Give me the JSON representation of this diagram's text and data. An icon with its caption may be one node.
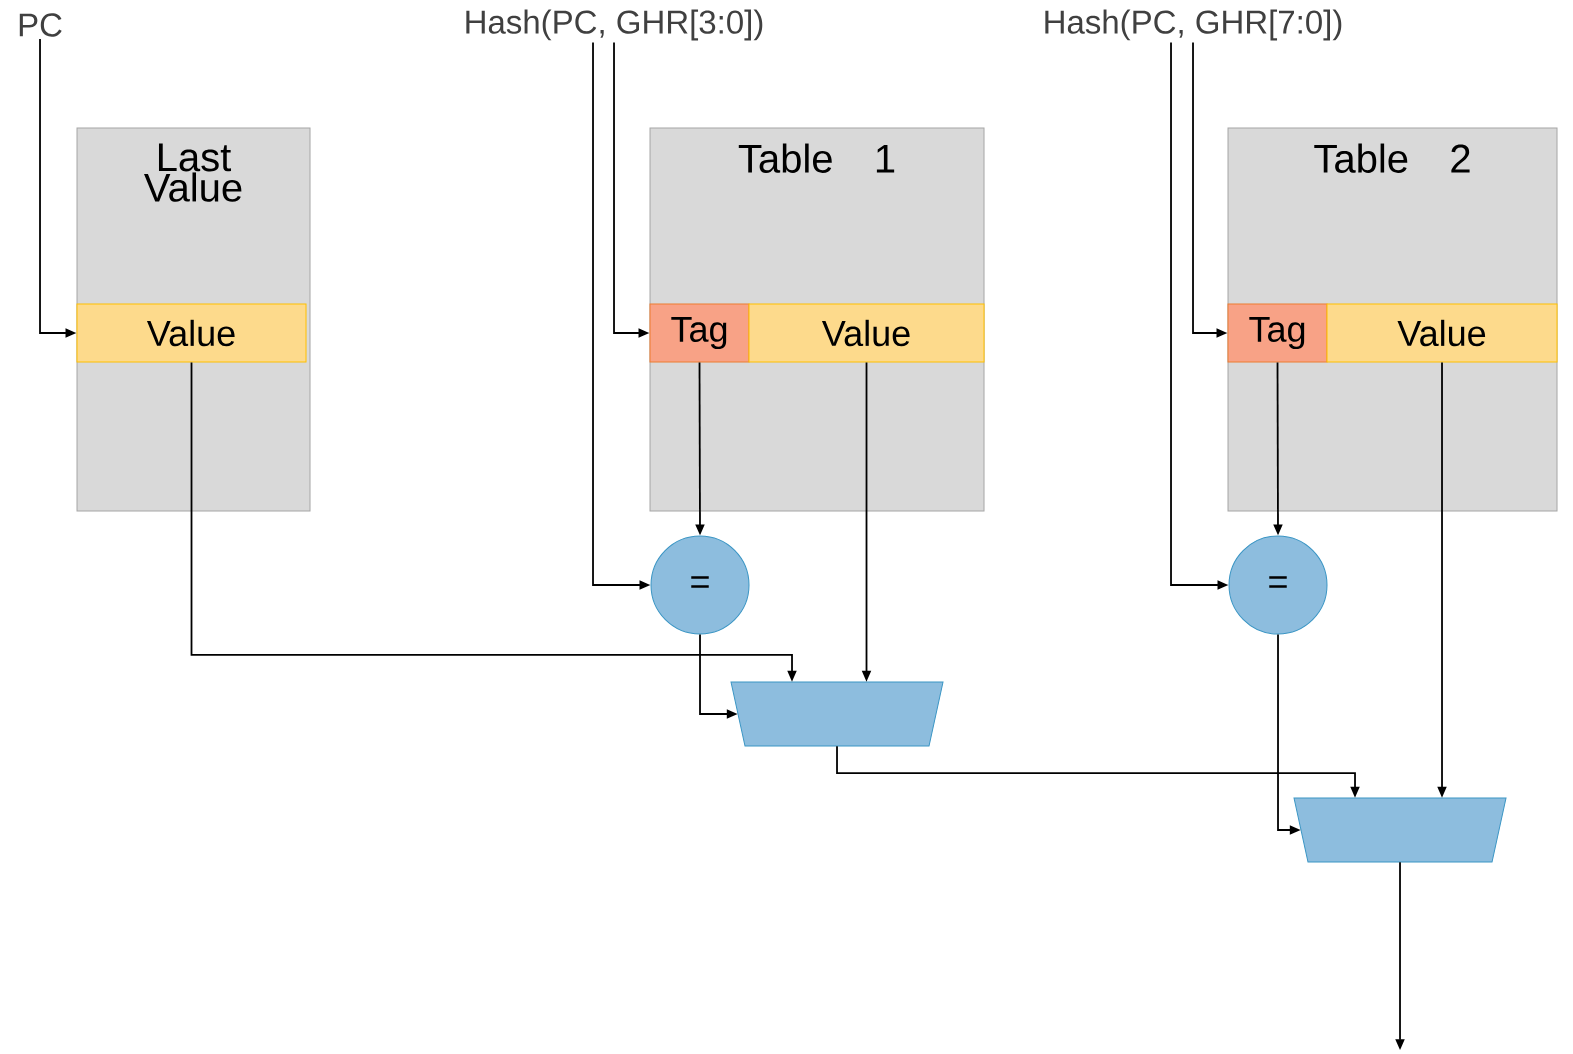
{
  "diagram": {
    "nodes": [
      {
        "text": [
          "PC"
        ]
      },
      {
        "text": [
          "Hash(PC, GHR[3:0])"
        ]
      },
      {
        "text": [
          "Hash(PC, GHR[7:0])"
        ]
      },
      {
        "text": [
          "Last Value"
        ]
      },
      {
        "text": [
          "Value"
        ],
        "in": 3
      },
      {
        "text": [
          "Table 1"
        ]
      },
      {
        "text": [
          "Tag"
        ],
        "in": 5
      },
      {
        "text": [
          "Value"
        ],
        "in": 5
      },
      {
        "text": [
          "Table 2"
        ]
      },
      {
        "text": [
          "Tag"
        ],
        "in": 8
      },
      {
        "text": [
          "Value"
        ],
        "in": 8
      },
      {
        "text": [
          "="
        ]
      },
      {
        "text": [
          "="
        ]
      },
      {
        "text": [],
        "shape": "trapezoid"
      },
      {
        "text": [],
        "shape": "trapezoid"
      }
    ],
    "edges": [
      {
        "from": 0,
        "to": 4,
        "arrow": "to"
      },
      {
        "from": 1,
        "to": 6,
        "arrow": "to"
      },
      {
        "from": 1,
        "to": 11,
        "arrow": "to"
      },
      {
        "from": 2,
        "to": 9,
        "arrow": "to"
      },
      {
        "from": 2,
        "to": 12,
        "arrow": "to"
      },
      {
        "from": 6,
        "to": 11,
        "arrow": "to"
      },
      {
        "from": 9,
        "to": 12,
        "arrow": "to"
      },
      {
        "from": 4,
        "to": 13,
        "arrow": "to"
      },
      {
        "from": 7,
        "to": 13,
        "arrow": "to"
      },
      {
        "from": 11,
        "to": 13,
        "arrow": "to"
      },
      {
        "from": 13,
        "to": 14,
        "arrow": "to"
      },
      {
        "from": 12,
        "to": 14,
        "arrow": "to"
      },
      {
        "from": 10,
        "to": 14,
        "arrow": "to"
      },
      {
        "from": 14,
        "to": null,
        "arrow": "to"
      }
    ]
  }
}
